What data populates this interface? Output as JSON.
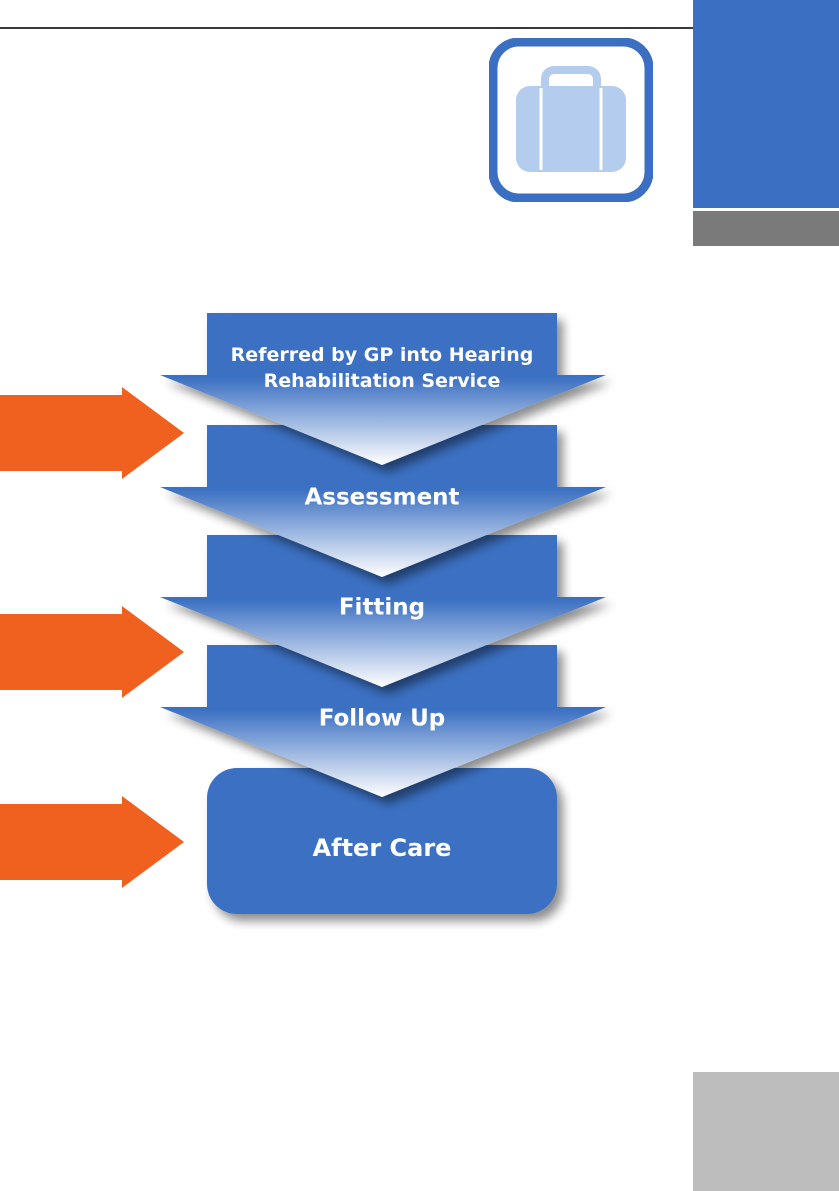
{
  "colors": {
    "primary_blue": "#3a6fc2",
    "dark_grey": "#7a7a7a",
    "light_grey": "#bdbdbd",
    "accent_orange": "#f0601e",
    "icon_light_blue": "#b4cdee",
    "text_white": "#ffffff"
  },
  "icons": {
    "badge": "briefcase-icon",
    "pointer": "arrow-right-icon"
  },
  "flow": {
    "steps": [
      {
        "lines": [
          "Referred by GP into Hearing",
          "Rehabilitation Service"
        ]
      },
      {
        "lines": [
          "Assessment"
        ]
      },
      {
        "lines": [
          "Fitting"
        ]
      },
      {
        "lines": [
          "Follow Up"
        ]
      }
    ],
    "final_step": {
      "label": "After Care"
    },
    "pointers": [
      {
        "target_step": 1
      },
      {
        "target_step": 3
      },
      {
        "target_step": 4
      }
    ]
  }
}
